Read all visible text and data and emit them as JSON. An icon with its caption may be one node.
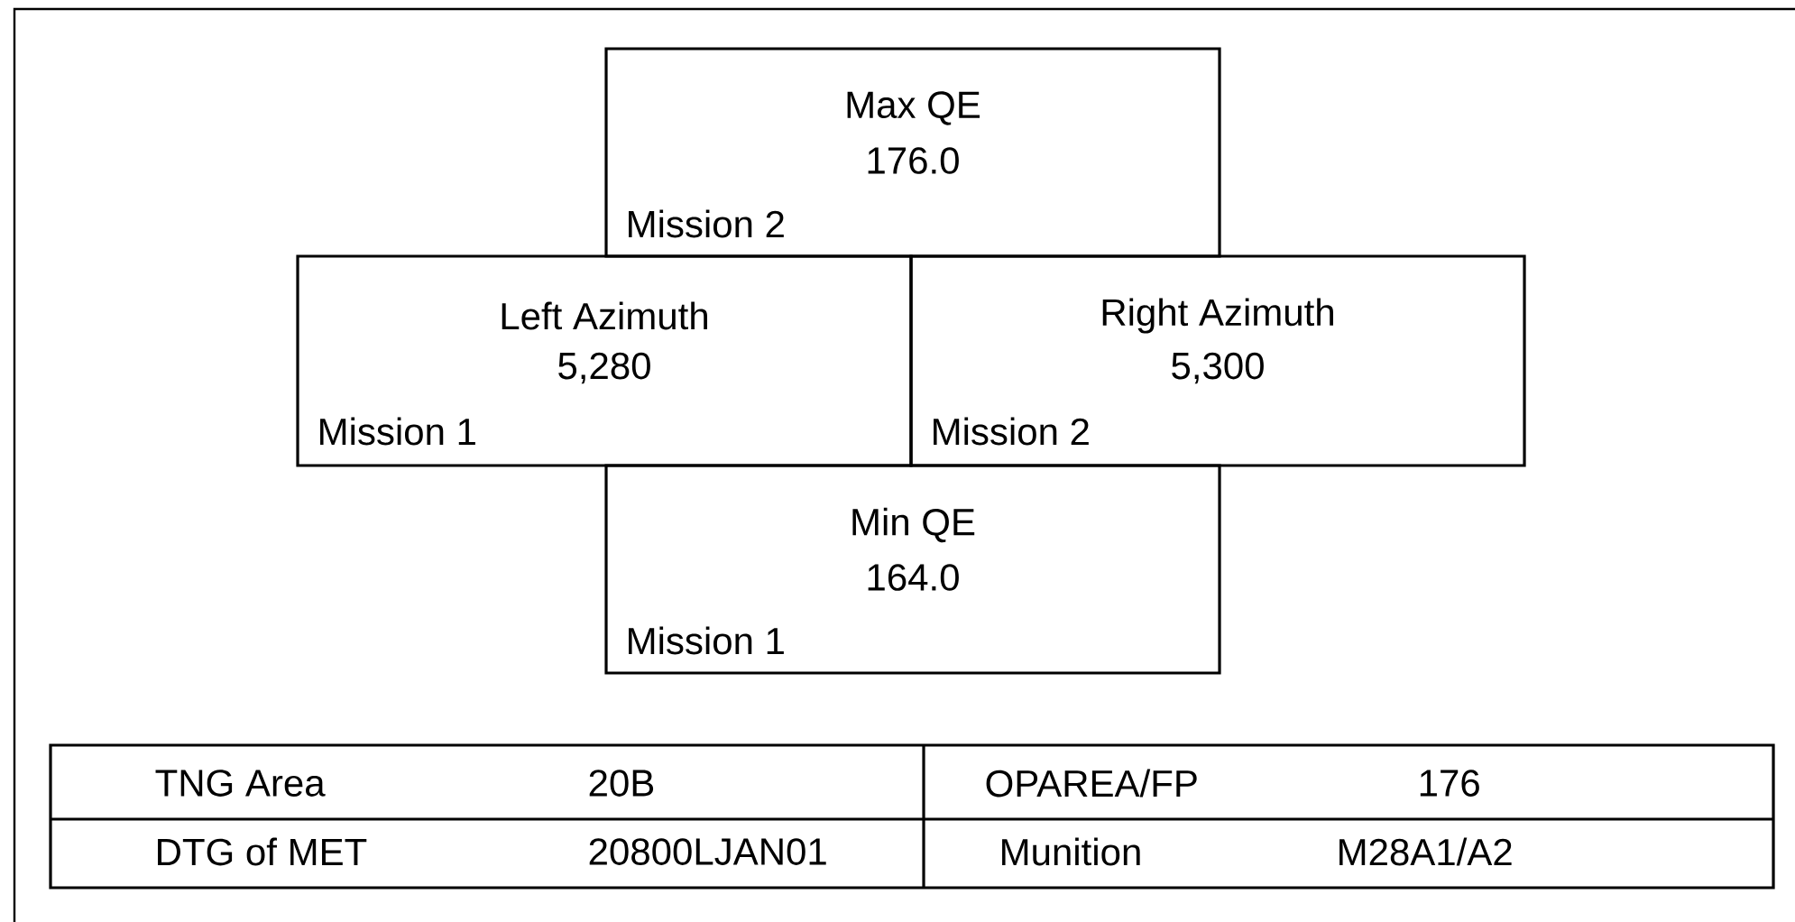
{
  "diagram": {
    "nodes": [
      {
        "text": [
          "Max QE",
          "176.0",
          "Mission 2"
        ]
      },
      {
        "text": [
          "Left Azimuth",
          "5,280",
          "Mission 1"
        ]
      },
      {
        "text": [
          "Right Azimuth",
          "5,300",
          "Mission 2"
        ]
      },
      {
        "text": [
          "Min QE",
          "164.0",
          "Mission 1"
        ]
      }
    ],
    "edges": [],
    "labels": [
      "TNG Area",
      "20B",
      "OPAREA/FP",
      "176",
      "DTG of MET",
      "20800LJAN01",
      "Munition",
      "M28A1/A2"
    ]
  }
}
